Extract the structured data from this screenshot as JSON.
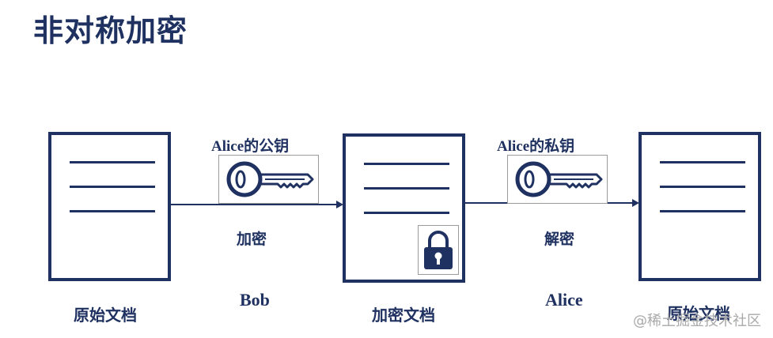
{
  "title": "非对称加密",
  "documents": {
    "left_caption": "原始文档",
    "middle_caption": "加密文档",
    "right_caption": "原始文档"
  },
  "step1": {
    "key_label": "Alice的公钥",
    "action": "加密",
    "actor": "Bob"
  },
  "step2": {
    "key_label": "Alice的私钥",
    "action": "解密",
    "actor": "Alice"
  },
  "watermark": "@稀土掘金技术社区",
  "icons": [
    "key-icon",
    "lock-icon"
  ],
  "colors": {
    "navy": "#1f3160"
  }
}
